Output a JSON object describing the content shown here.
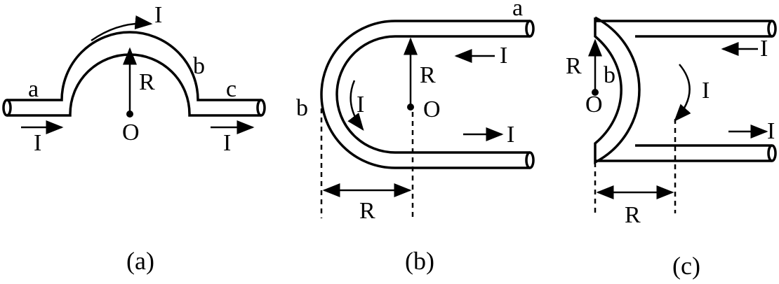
{
  "figure_a": {
    "caption": "(a)",
    "labels": {
      "a": "a",
      "b": "b",
      "c": "c",
      "R": "R",
      "O": "O",
      "I_top": "I",
      "I_left": "I",
      "I_right": "I"
    }
  },
  "figure_b": {
    "caption": "(b)",
    "labels": {
      "a": "a",
      "b": "b",
      "R": "R",
      "O": "O",
      "R_bottom": "R",
      "I_top": "I",
      "I_bottom": "I",
      "I_curve": "I"
    }
  },
  "figure_c": {
    "caption": "(c)",
    "labels": {
      "b": "b",
      "R": "R",
      "O": "O",
      "R_bottom": "R",
      "I_top": "I",
      "I_bottom": "I",
      "I_curve": "I"
    }
  }
}
